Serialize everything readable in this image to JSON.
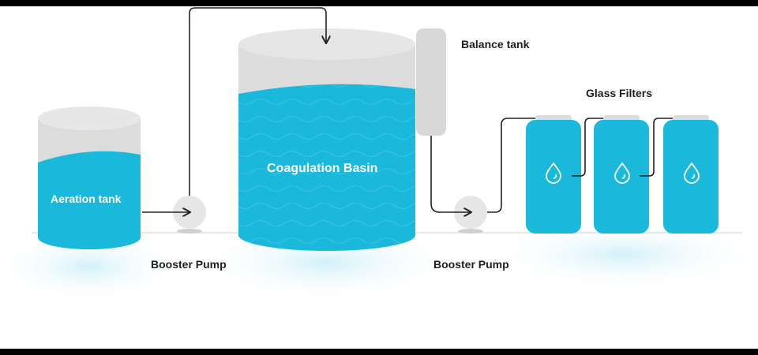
{
  "labels": {
    "aeration_tank": "Aeration tank",
    "coagulation_basin": "Coagulation Basin",
    "balance_tank": "Balance tank",
    "glass_filters": "Glass Filters",
    "booster_pump_1": "Booster Pump",
    "booster_pump_2": "Booster Pump"
  },
  "colors": {
    "water": "#1ab8db",
    "tank_top": "#dcdcdc",
    "pipe": "#222222",
    "pump": "#e6e6e6"
  }
}
